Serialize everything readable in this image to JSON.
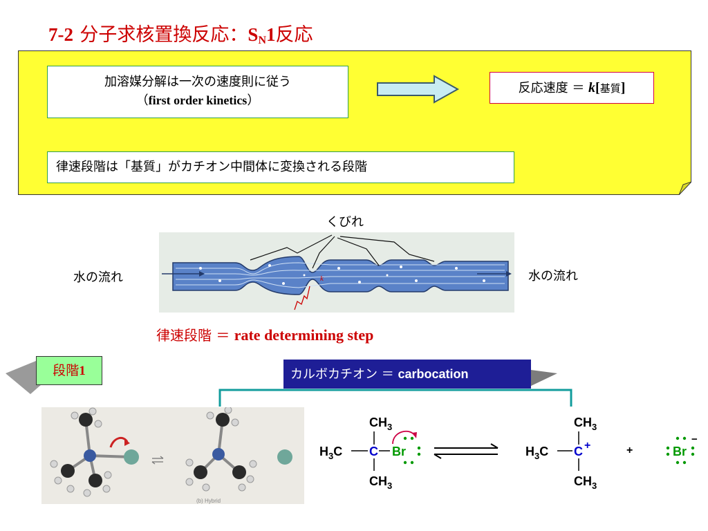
{
  "title": {
    "number": "7-2",
    "text": "分子求核置換反応：",
    "s": "S",
    "n_sub": "N",
    "one": "1",
    "suffix": "反応"
  },
  "box1": {
    "line1": "加溶媒分解は一次の速度則に従う",
    "line2": "first order kinetics"
  },
  "rate_box": {
    "prefix": "反応速度 ＝ ",
    "k": "k",
    "open": "[",
    "substrate": "基質",
    "close": "]"
  },
  "box2": {
    "text": "律速段階は「基質」がカチオン中間体に変換される段階"
  },
  "figure": {
    "kubire": "くびれ",
    "water_left": "水の流れ",
    "water_right": "水の流れ",
    "k_label": "k"
  },
  "rds": {
    "jp": "律速段階 ＝ ",
    "en": "rate determining step"
  },
  "step_label": {
    "text": "段階",
    "num": "1"
  },
  "carbocation": {
    "jp": "カルボカチオン ＝ ",
    "en": "carbocation"
  },
  "model_caption": "(b) Hybrid",
  "reaction": {
    "ch3": "CH",
    "three": "3",
    "h": "H",
    "c_left": "C",
    "c": "C",
    "br": "Br",
    "plus_charge": "+",
    "plus": "+",
    "minus": "−"
  },
  "colors": {
    "title_red": "#cc0000",
    "note_yellow": "#ffff33",
    "box_green_border": "#2e9e4a",
    "rate_border": "#d00040",
    "step_bg": "#99ff99",
    "carbo_bg": "#1e1e96",
    "teal": "#129c9c",
    "carbon_blue": "#0000cc",
    "bromine_green": "#009900"
  }
}
